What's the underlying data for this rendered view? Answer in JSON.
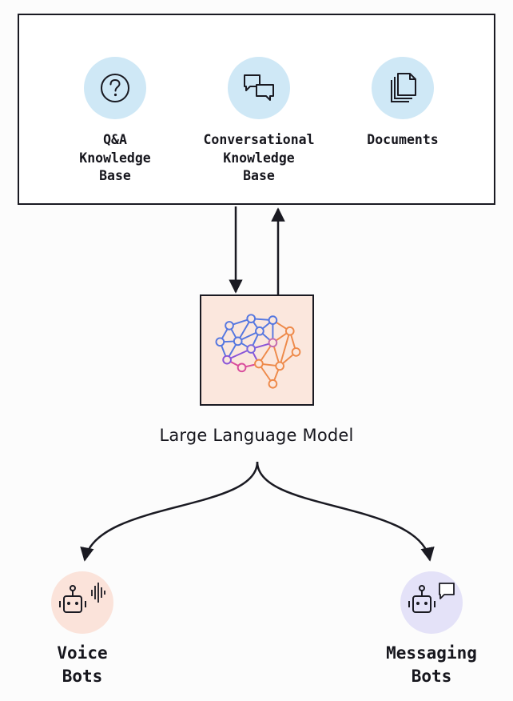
{
  "knowledge_sources": [
    {
      "label": "Q&A\nKnowledge\nBase",
      "icon": "question-icon"
    },
    {
      "label": "Conversational\nKnowledge\nBase",
      "icon": "chat-bubbles-icon"
    },
    {
      "label": "Documents",
      "icon": "documents-icon"
    }
  ],
  "model": {
    "label": "Large Language Model",
    "icon": "brain-network-icon"
  },
  "bots": [
    {
      "label": "Voice\nBots",
      "icon": "voice-bot-icon"
    },
    {
      "label": "Messaging\nBots",
      "icon": "messaging-bot-icon"
    }
  ],
  "colors": {
    "icon_circle_blue": "#cfe8f6",
    "llm_fill": "#fbe7dd",
    "voice_circle": "#fbe3da",
    "messaging_circle": "#e4e2f8",
    "line": "#1a1a22"
  }
}
